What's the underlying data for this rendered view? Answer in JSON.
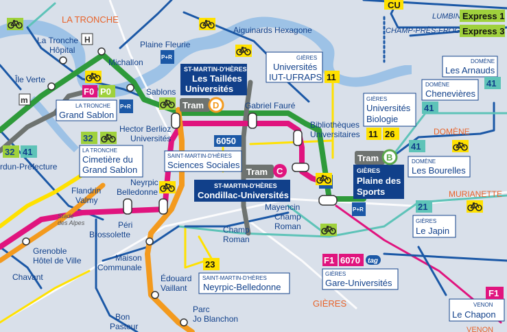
{
  "colors": {
    "tram_a": "#2e9a3a",
    "tram_b": "#5aa84a",
    "tram_c": "#e0147e",
    "tram_d": "#f39a1e",
    "tram_e": "#6e7370",
    "bus_blue": "#1b58a6",
    "bus_teal": "#5ec3b8",
    "bus_yellow": "#ffe100",
    "express_green": "#9fd13c",
    "river": "#9dc2e6",
    "land": "#d9e0ea",
    "navy": "#11408a",
    "orange_text": "#e8632a"
  },
  "areas": {
    "la_tronche": "LA TRONCHE",
    "domene": "DOMÈNE",
    "murianette": "MURIANETTE",
    "gieres": "GIÈRES",
    "venon": "VENON"
  },
  "top_right": {
    "cu": "CU",
    "lumbin": "LUMBIN",
    "champ_pres_froges": "CHAMP-PRÈS-FROGES",
    "express1": "Express 1",
    "express3": "Express 3"
  },
  "stops": {
    "la_tronche_hopital": [
      "La Tronche",
      "Hôpital"
    ],
    "michallon": "Michallon",
    "aiguinards": "Aiguinards Hexagone",
    "plaine_fleurie": "Plaine Fleurie",
    "ile_verte": "Île Verte",
    "sablons": "Sablons",
    "gabriel_faure": "Gabriel Fauré",
    "bibliotheques": [
      "Bibliothèques",
      "Universitaires"
    ],
    "hector_berlioz": [
      "Hector Berlioz",
      "Universités"
    ],
    "flandrin": [
      "Flandrin",
      "Valmy"
    ],
    "neyrpic": [
      "Neyrpic",
      "Belledonne"
    ],
    "peri": [
      "Péri",
      "Brossolette"
    ],
    "stade": [
      "Stade",
      "des Alpes"
    ],
    "grenoble_hdv": [
      "Grenoble",
      "Hôtel de Ville"
    ],
    "chavant": "Chavant",
    "maison_communale": [
      "Maison",
      "Communale"
    ],
    "champ_roman": [
      "Champ",
      "Roman"
    ],
    "mayencin": [
      "Mayencin",
      "Champ",
      "Roman"
    ],
    "edouard_vaillant": [
      "Édouard",
      "Vaillant"
    ],
    "parc_jo": [
      "Parc",
      "Jo Blanchon"
    ],
    "bon_pasteur": [
      "Bon",
      "Pasteur"
    ],
    "verdun": "rdun-Préfecture"
  },
  "boxes": {
    "smh_taillees": [
      "ST-MARTIN-D'HÈRES",
      "Les Taillées",
      "Universités"
    ],
    "smh_condillac": [
      "ST-MARTIN-D'HÈRES",
      "Condillac-Universités"
    ],
    "gieres_plaine": [
      "GIÈRES",
      "Plaine des",
      "Sports"
    ],
    "smh_sciences": [
      "SAINT-MARTIN-D'HÈRES",
      "Sciences Sociales"
    ],
    "smh_neyrpic": [
      "SAINT-MARTIN-D'HÈRES",
      "Neyrpic-Belledonne"
    ],
    "gieres_iut": [
      "GIÈRES",
      "Universités",
      "IUT-UFRAPS"
    ],
    "gieres_biologie": [
      "GIÈRES",
      "Universités",
      "Biologie"
    ],
    "gieres_gare": [
      "GIÈRES",
      "Gare-Universités"
    ],
    "gieres_japin": [
      "GIÈRES",
      "Le Japin"
    ],
    "venon_chapon": [
      "VENON",
      "Le Chapon"
    ],
    "domene_arnauds": [
      "DOMÈNE",
      "Les Arnauds"
    ],
    "domene_chenevieres": [
      "DOMÈNE",
      "Chenevières"
    ],
    "domene_bourelles": [
      "DOMÈNE",
      "Les Bourelles"
    ],
    "tronche_grand_sablon": [
      "LA TRONCHE",
      "Grand Sablon"
    ],
    "tronche_cimetiere": [
      "LA TRONCHE",
      "Cimetière du",
      "Grand Sablon"
    ]
  },
  "badges": {
    "tram_d": "Tram",
    "tram_d_letter": "D",
    "tram_c": "Tram",
    "tram_c_letter": "C",
    "tram_b": "Tram",
    "tram_b_letter": "B",
    "l6050": "6050",
    "f1a": "F1",
    "l6070": "6070",
    "tag": "tag",
    "f1b": "F1",
    "f0": "F0",
    "p0": "P0",
    "l11a": "11",
    "l11b": "11",
    "l26": "26",
    "l41a": "41",
    "l41b": "41",
    "l41c": "41",
    "l41d": "41",
    "l21": "21",
    "l23": "23",
    "l32a": "32",
    "l32b": "32",
    "h": "H",
    "m": "m",
    "pr": "P+R"
  }
}
